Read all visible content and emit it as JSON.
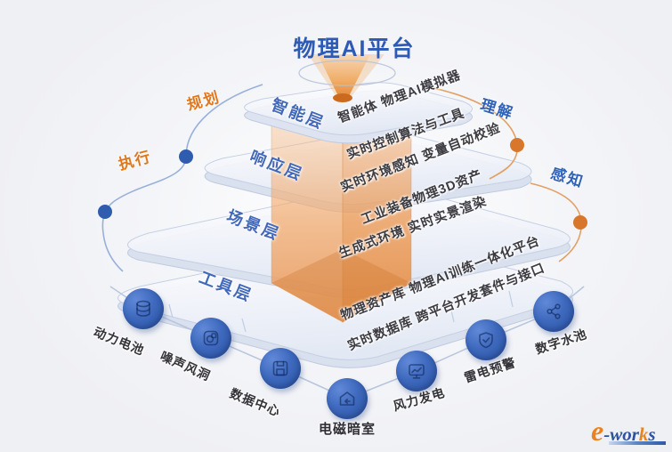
{
  "title": "物理AI平台",
  "colors": {
    "accent_blue": "#2c5ab4",
    "accent_orange": "#e0771c",
    "node_blue": "#3e69bd"
  },
  "pyramid": {
    "layers": [
      {
        "name": "智能层",
        "rows": [
          "智能体 物理AI模拟器"
        ]
      },
      {
        "name": "响应层",
        "rows": [
          "实时控制算法与工具",
          "实时环境感知 变量自动校验"
        ]
      },
      {
        "name": "场景层",
        "rows": [
          "工业装备物理3D资产",
          "生成式环境 实时实景渲染"
        ]
      },
      {
        "name": "工具层",
        "rows": [
          "物理资产库 物理AI训练一体化平台",
          "实时数据库 跨平台开发套件与接口"
        ]
      }
    ]
  },
  "side_labels": {
    "left": [
      {
        "label": "规划"
      },
      {
        "label": "执行"
      }
    ],
    "right": [
      {
        "label": "理解"
      },
      {
        "label": "感知"
      }
    ]
  },
  "facilities": [
    {
      "label": "动力电池",
      "icon": "database-icon"
    },
    {
      "label": "噪声风洞",
      "icon": "wind-tunnel-icon"
    },
    {
      "label": "数据中心",
      "icon": "data-center-icon"
    },
    {
      "label": "电磁暗室",
      "icon": "chamber-icon"
    },
    {
      "label": "风力发电",
      "icon": "chart-board-icon"
    },
    {
      "label": "雷电预警",
      "icon": "shield-check-icon"
    },
    {
      "label": "数字水池",
      "icon": "share-icon"
    }
  ],
  "logo": {
    "e": "e",
    "seg1": "-wor",
    "k": "k",
    "seg2": "s"
  }
}
